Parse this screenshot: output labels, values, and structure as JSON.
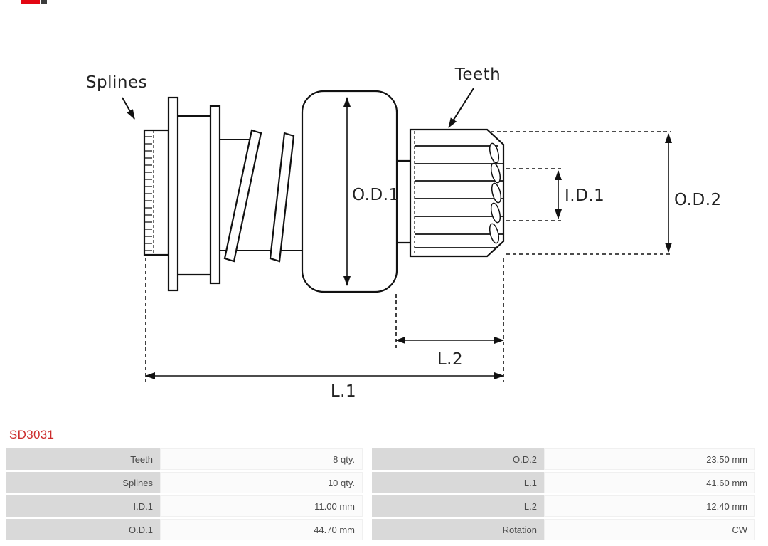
{
  "page": {
    "background": "#ffffff"
  },
  "logo_fragment": {
    "red": "#e30613",
    "dark": "#3c3c3c"
  },
  "part": {
    "number": "SD3031",
    "color": "#cc2b2b"
  },
  "diagram": {
    "type": "starter-drive-technical-drawing",
    "line_color": "#111111",
    "labels": {
      "splines": "Splines",
      "teeth": "Teeth",
      "od1": "O.D.1",
      "id1": "I.D.1",
      "od2": "O.D.2",
      "l2": "L.2",
      "l1": "L.1"
    }
  },
  "spec_table": {
    "label_bg": "#d9d9d9",
    "value_bg": "#fbfbfb",
    "rows": [
      [
        "Teeth",
        "8 qty.",
        "O.D.2",
        "23.50 mm"
      ],
      [
        "Splines",
        "10 qty.",
        "L.1",
        "41.60 mm"
      ],
      [
        "I.D.1",
        "11.00 mm",
        "L.2",
        "12.40 mm"
      ],
      [
        "O.D.1",
        "44.70 mm",
        "Rotation",
        "CW"
      ]
    ]
  }
}
